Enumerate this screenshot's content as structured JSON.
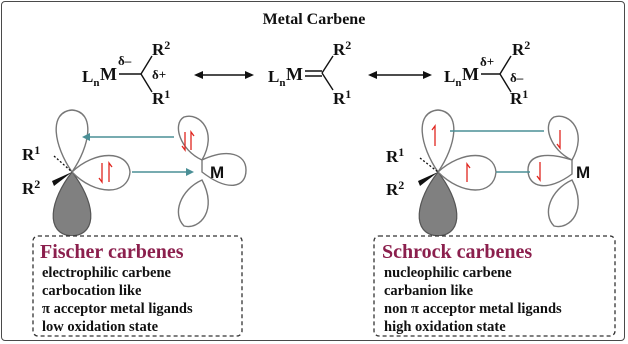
{
  "title": "Metal Carbene",
  "colors": {
    "accent": "#8b1f4d",
    "arrow": "#4a8f96",
    "electron": "#e0261f",
    "orbital_fill": "#808080"
  },
  "resonance": {
    "left": {
      "ln": "L",
      "ln_sub": "n",
      "metal": "M",
      "metal_charge": "δ–",
      "carbon_charge": "δ+",
      "r_top": "R",
      "r_top_sup": "2",
      "r_bottom": "R",
      "r_bottom_sup": "1"
    },
    "middle": {
      "ln": "L",
      "ln_sub": "n",
      "metal": "M",
      "r_top": "R",
      "r_top_sup": "2",
      "r_bottom": "R",
      "r_bottom_sup": "1"
    },
    "right": {
      "ln": "L",
      "ln_sub": "n",
      "metal": "M",
      "metal_charge": "δ+",
      "carbon_charge": "δ–",
      "r_top": "R",
      "r_top_sup": "2",
      "r_bottom": "R",
      "r_bottom_sup": "1"
    }
  },
  "orbital_left": {
    "r1": "R",
    "r1_sup": "1",
    "r2": "R",
    "r2_sup": "2",
    "metal": "M"
  },
  "orbital_right": {
    "r1": "R",
    "r1_sup": "1",
    "r2": "R",
    "r2_sup": "2",
    "metal": "M"
  },
  "fischer": {
    "title": "Fischer carbenes",
    "lines": [
      "electrophilic carbene",
      "carbocation like",
      "π acceptor metal ligands",
      "low oxidation state"
    ]
  },
  "schrock": {
    "title": "Schrock carbenes",
    "lines": [
      "nucleophilic carbene",
      "carbanion like",
      "non π acceptor metal ligands",
      "high oxidation state"
    ]
  }
}
